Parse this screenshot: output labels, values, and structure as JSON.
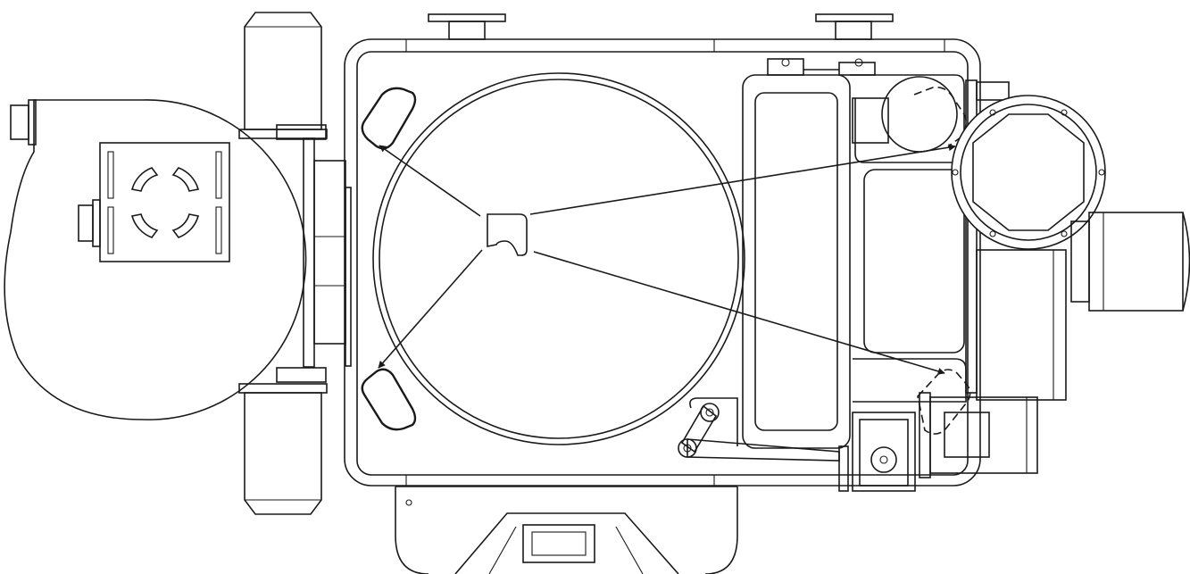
{
  "drawing": {
    "view": "top view",
    "labels": [],
    "stroke_color": "#1a1a1a",
    "background_color": "#ffffff",
    "components": [
      "blower-housing",
      "motor-cylinder-top",
      "motor-cylinder-bottom",
      "main-housing",
      "turntable-disc",
      "pocket-top-left",
      "pocket-bottom-left",
      "part-symbol",
      "flange-ring",
      "side-motor",
      "tension-arm",
      "slide-carriage",
      "base-stand"
    ],
    "arrows": [
      {
        "from": "part-symbol",
        "to": "pocket-top-left"
      },
      {
        "from": "part-symbol",
        "to": "pocket-bottom-left"
      },
      {
        "from": "part-symbol",
        "to": "pocket-top-right"
      },
      {
        "from": "part-symbol",
        "to": "pocket-bottom-right"
      }
    ]
  }
}
